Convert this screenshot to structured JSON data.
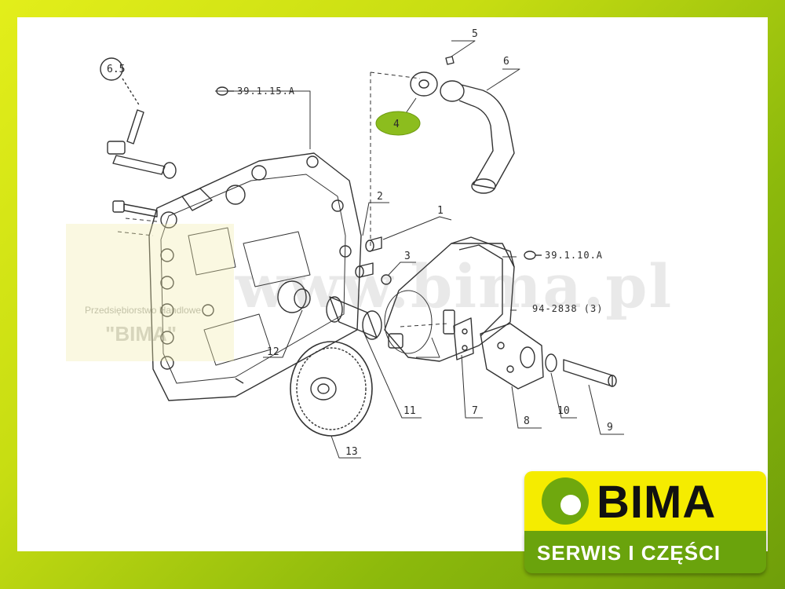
{
  "diagram": {
    "callouts": [
      "1",
      "2",
      "3",
      "4",
      "5",
      "6",
      "7",
      "8",
      "9",
      "10",
      "11",
      "12",
      "13"
    ],
    "highlight_color": "#8cbd1e",
    "references": {
      "top_left": "39.1.15.A",
      "right": "39.1.10.A",
      "right_code": "94-2838 (3)"
    }
  },
  "watermark": {
    "url": "www.bima.pl",
    "company_line": "Przedsiębiorstwo Handlowe",
    "name": "\"BIMA\""
  },
  "logo": {
    "name": "BIMA",
    "tagline": "SERWIS I CZĘŚCI",
    "brand_yellow": "#f5ec00",
    "brand_green": "#6aa30c"
  },
  "frame_color": "#b9d60a"
}
